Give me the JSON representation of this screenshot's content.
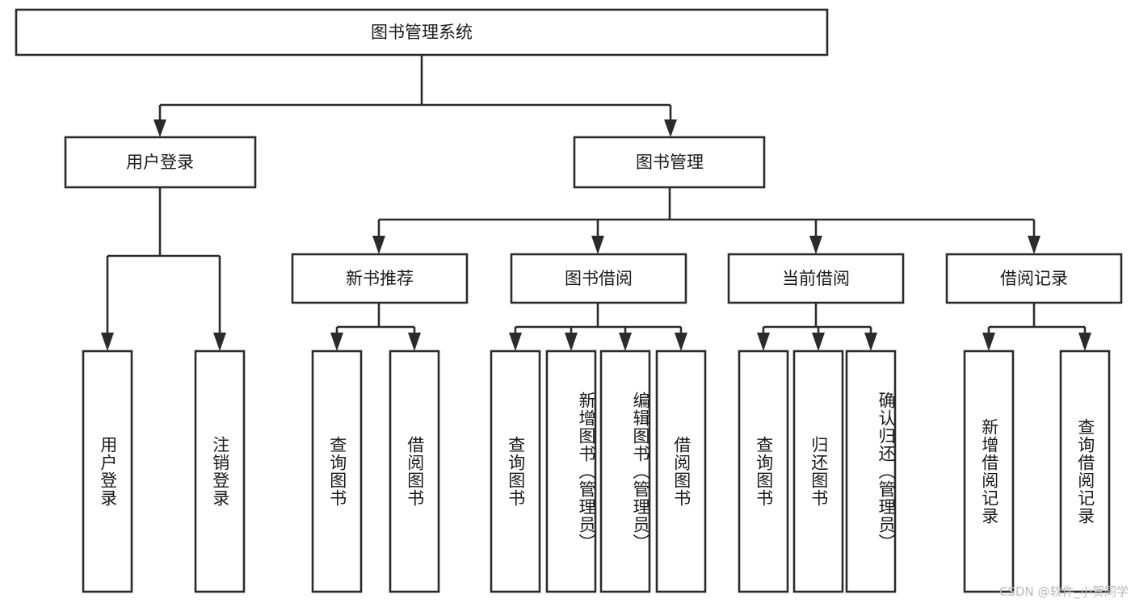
{
  "diagram": {
    "type": "tree",
    "title": "图书管理系统",
    "root": {
      "label": "图书管理系统"
    },
    "level2": [
      {
        "label": "用户登录"
      },
      {
        "label": "图书管理"
      }
    ],
    "level3": [
      {
        "label": "新书推荐"
      },
      {
        "label": "图书借阅"
      },
      {
        "label": "当前借阅"
      },
      {
        "label": "借阅记录"
      }
    ],
    "leaves": {
      "user_login": [
        {
          "label": "用户登录"
        },
        {
          "label": "注销登录"
        }
      ],
      "new_book_recommend": [
        {
          "label": "查询图书"
        },
        {
          "label": "借阅图书"
        }
      ],
      "book_borrow": [
        {
          "label": "查询图书"
        },
        {
          "label": "新增图书（管理员）"
        },
        {
          "label": "编辑图书（管理员）"
        },
        {
          "label": "借阅图书"
        }
      ],
      "current_borrow": [
        {
          "label": "查询图书"
        },
        {
          "label": "归还图书"
        },
        {
          "label": "确认归还（管理员）"
        }
      ],
      "borrow_records": [
        {
          "label": "新增借阅记录"
        },
        {
          "label": "查询借阅记录"
        }
      ]
    }
  },
  "watermark": {
    "text": "CSDN @软件_小贺同学"
  },
  "colors": {
    "stroke": "#2b2b2b",
    "box_fill": "#ffffff",
    "text": "#1a1a1a",
    "watermark": "#b9b9b9",
    "background": "#ffffff"
  }
}
